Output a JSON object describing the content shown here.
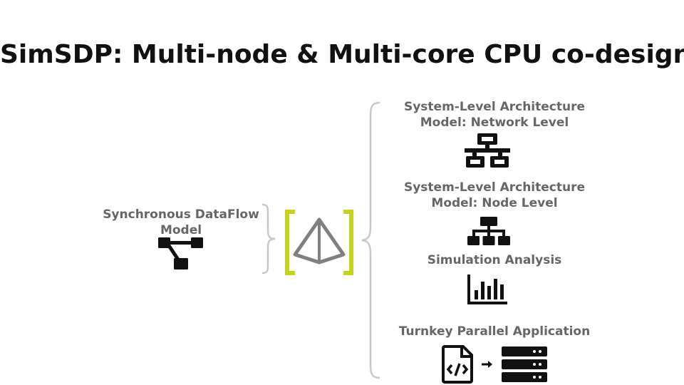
{
  "slide": {
    "title": "SimSDP: Multi-node & Multi-core CPU co-design"
  },
  "left": {
    "sdf_label_line1": "Synchronous DataFlow",
    "sdf_label_line2": "Model"
  },
  "right": {
    "network": {
      "line1": "System-Level Architecture",
      "line2": "Model: Network Level"
    },
    "node": {
      "line1": "System-Level Architecture",
      "line2": "Model: Node Level"
    },
    "simulation": "Simulation Analysis",
    "turnkey": "Turnkey Parallel Application"
  },
  "icons": {
    "sdf": "diagram-project-icon",
    "logo": "preesm-logo",
    "network": "network-wired-icon",
    "node": "sitemap-icon",
    "simulation": "chart-simple-icon",
    "code": "file-code-icon",
    "arrow": "arrow-right-icon",
    "server": "server-icon"
  },
  "colors": {
    "title": "#111111",
    "label": "#666666",
    "brace": "#c8c8c8",
    "logo_bracket": "#c6d31e",
    "logo_shape": "#808080",
    "icon": "#111111"
  }
}
